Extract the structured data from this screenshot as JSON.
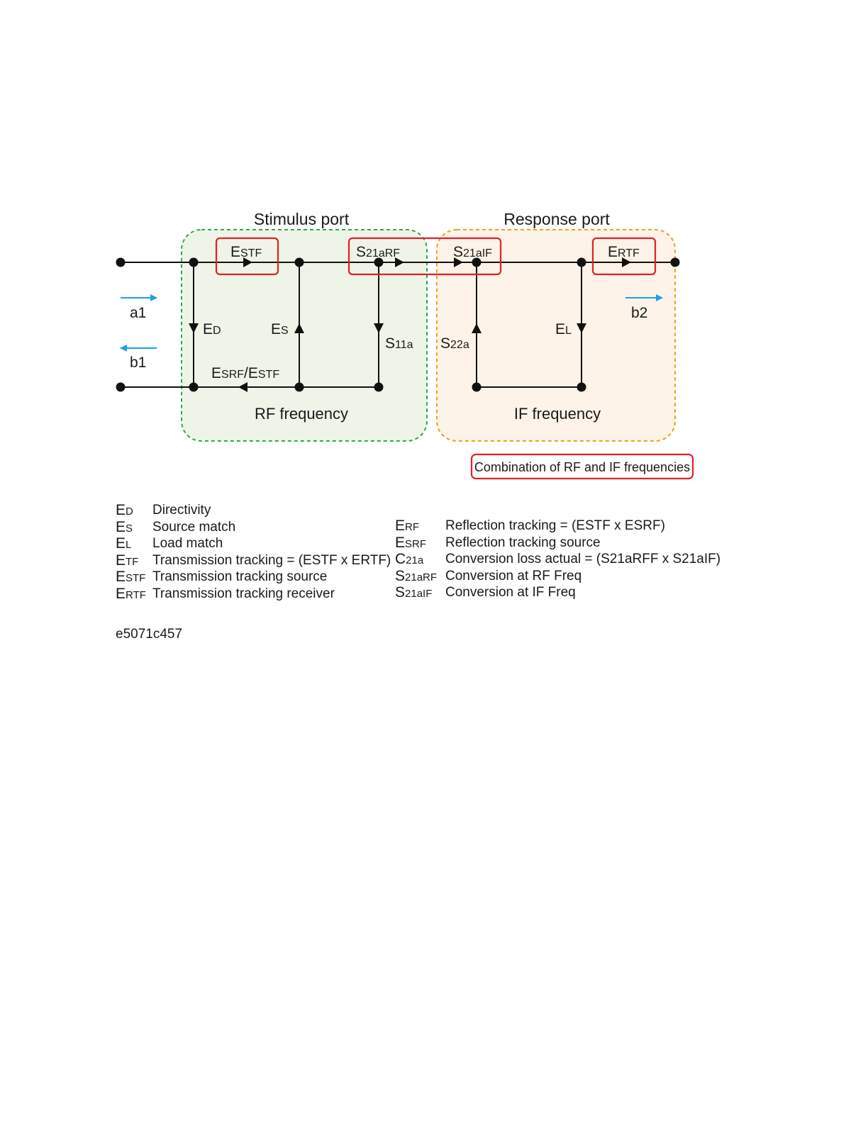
{
  "titles": {
    "stimulus": "Stimulus port",
    "response": "Response port"
  },
  "region_labels": {
    "rf": "RF frequency",
    "if": "IF frequency"
  },
  "signals": {
    "a1": "a1",
    "b1": "b1",
    "b2": "b2"
  },
  "branch_labels": {
    "estf": {
      "main": "E",
      "sub": "STF"
    },
    "s21arf": {
      "main": "S",
      "sub": "21aRF"
    },
    "s21aif": {
      "main": "S",
      "sub": "21aIF"
    },
    "ertf": {
      "main": "E",
      "sub": "RTF"
    },
    "ed": {
      "main": "E",
      "sub": "D"
    },
    "es": {
      "main": "E",
      "sub": "S"
    },
    "s11a": {
      "main": "S",
      "sub": "11a"
    },
    "s22a": {
      "main": "S",
      "sub": "22a"
    },
    "el": {
      "main": "E",
      "sub": "L"
    },
    "esrf_estf": {
      "main1": "E",
      "sub1": "SRF",
      "sep": "/",
      "main2": "E",
      "sub2": "STF"
    }
  },
  "combination_note": "Combination of RF and IF frequencies",
  "legend_left": [
    {
      "main": "E",
      "sub": "D",
      "desc": "Directivity"
    },
    {
      "main": "E",
      "sub": "S",
      "desc": "Source match"
    },
    {
      "main": "E",
      "sub": "L",
      "desc": "Load match"
    },
    {
      "main": "E",
      "sub": "TF",
      "desc": "Transmission tracking = (ESTF x ERTF)"
    },
    {
      "main": "E",
      "sub": "STF",
      "desc": "Transmission tracking source"
    },
    {
      "main": "E",
      "sub": "RTF",
      "desc": "Transmission tracking receiver"
    }
  ],
  "legend_right": [
    {
      "main": "E",
      "sub": "RF",
      "desc": "Reflection tracking = (ESTF x ESRF)"
    },
    {
      "main": "E",
      "sub": "SRF",
      "desc": "Reflection tracking source"
    },
    {
      "main": "C",
      "sub": "21a",
      "desc": "Conversion loss actual = (S21aRFF x S21aIF)"
    },
    {
      "main": "S",
      "sub": "21aRF",
      "desc": "Conversion at RF Freq"
    },
    {
      "main": "S",
      "sub": "21aIF",
      "desc": "Conversion at IF Freq"
    }
  ],
  "figure_id": "e5071c457",
  "colors": {
    "stimulus_fill": "#eef5e8",
    "stimulus_border": "#2fa84f",
    "response_fill": "#fdf3e8",
    "response_border": "#f0a020",
    "highlight_box": "#e0202a",
    "signal_arrow": "#1ea0e6",
    "line": "#111111"
  }
}
